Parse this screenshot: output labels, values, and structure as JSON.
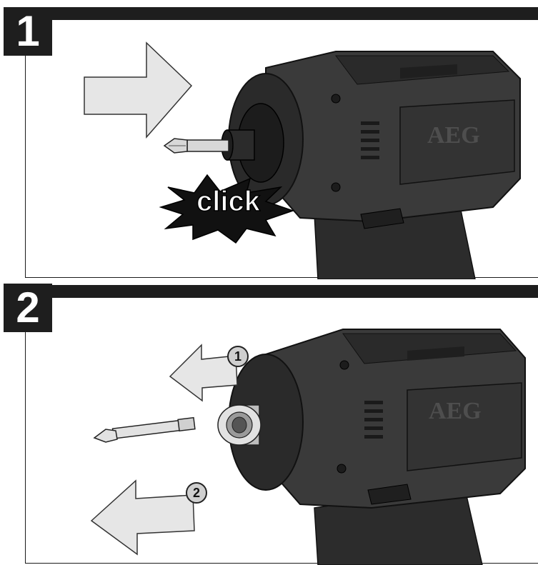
{
  "steps": [
    {
      "number": "1",
      "click_label": "click",
      "brand_label": "AEG"
    },
    {
      "number": "2",
      "brand_label": "AEG",
      "callout_1": "1",
      "callout_2": "2"
    }
  ],
  "colors": {
    "tool_body": "#3a3a3a",
    "tool_dark": "#242424",
    "tool_mid": "#4a4a4a",
    "arrow_fill": "#e6e6e6",
    "frame": "#1e1e1e",
    "chrome": "#d8d8d8"
  },
  "icons": [
    "arrow-right-icon",
    "arrow-left-icon",
    "click-burst-icon",
    "screwdriver-bit-icon",
    "impact-driver-icon",
    "bit-holder-icon"
  ]
}
